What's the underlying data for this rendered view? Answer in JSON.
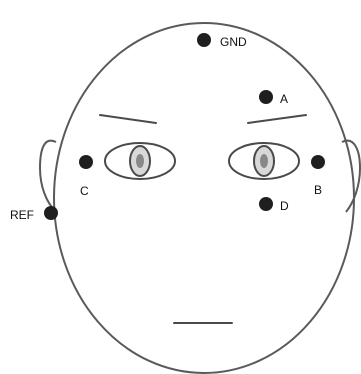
{
  "diagram": {
    "colors": {
      "background": "#ffffff",
      "outline": "#5a5a5a",
      "electrode": "#1f1f1f",
      "eye_fill": "#d8d8d8"
    },
    "electrodes": {
      "gnd": "GND",
      "a": "A",
      "b": "B",
      "c": "C",
      "d": "D",
      "ref": "REF"
    }
  }
}
